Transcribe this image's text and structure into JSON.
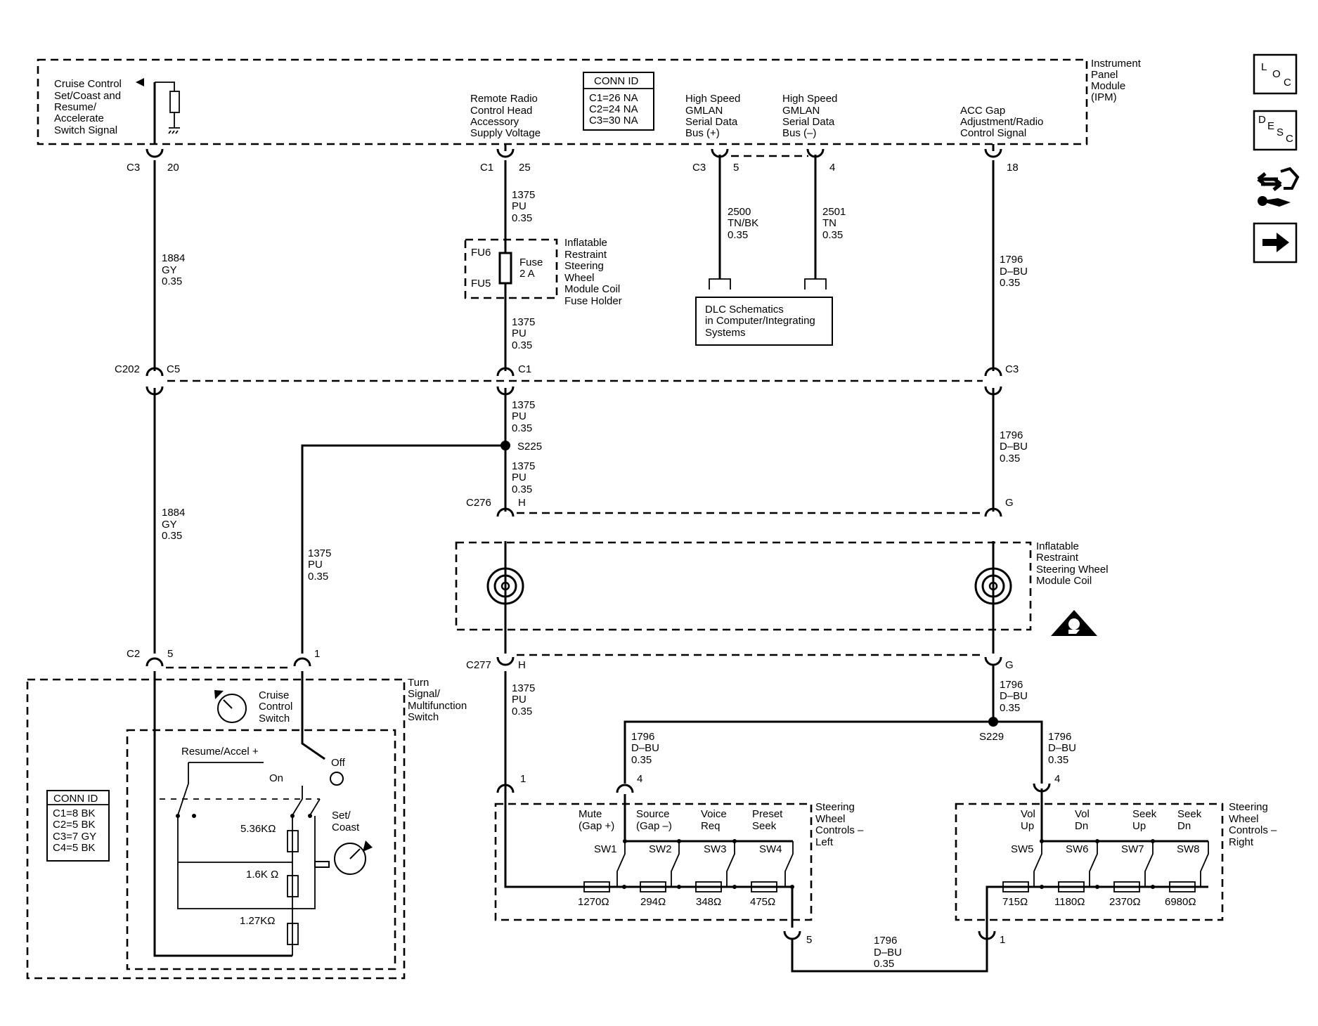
{
  "nav": {
    "loc": [
      "L",
      "O",
      "C"
    ],
    "desc": [
      "D",
      "E",
      "S",
      "C"
    ]
  },
  "ipm": {
    "name": [
      "Instrument",
      "Panel",
      "Module",
      "(IPM)"
    ],
    "conn_id": {
      "title": "CONN ID",
      "rows": [
        "C1=26 NA",
        "C2=24 NA",
        "C3=30 NA"
      ]
    },
    "signals": {
      "cruise": [
        "Cruise Control",
        "Set/Coast and",
        "Resume/",
        "Accelerate",
        "Switch Signal"
      ],
      "remote": [
        "Remote Radio",
        "Control Head",
        "Accessory",
        "Supply Voltage"
      ],
      "gmlan_pos": [
        "High Speed",
        "GMLAN",
        "Serial Data",
        "Bus (+)"
      ],
      "gmlan_neg": [
        "High Speed",
        "GMLAN",
        "Serial Data",
        "Bus (–)"
      ],
      "acc": [
        "ACC Gap",
        "Adjustment/Radio",
        "Control Signal"
      ]
    }
  },
  "pins": {
    "c3": "C3",
    "p20": "20",
    "c1": "C1",
    "p25": "25",
    "c3b": "C3",
    "p5": "5",
    "p4": "4",
    "p18": "18",
    "c202": "C202",
    "c5": "C5",
    "c1b": "C1",
    "c3c": "C3",
    "s225": "S225",
    "c276": "C276",
    "h1": "H",
    "g1": "G",
    "c277": "C277",
    "h2": "H",
    "g2": "G",
    "s229": "S229",
    "c2": "C2",
    "p5b": "5",
    "p1": "1",
    "l1": "1",
    "l4": "4",
    "r4": "4",
    "l5": "5",
    "r1": "1"
  },
  "wires": {
    "w1884a": [
      "1884",
      "GY",
      "0.35"
    ],
    "w1884b": [
      "1884",
      "GY",
      "0.35"
    ],
    "w1375a": [
      "1375",
      "PU",
      "0.35"
    ],
    "w1375b": [
      "1375",
      "PU",
      "0.35"
    ],
    "w1375c": [
      "1375",
      "PU",
      "0.35"
    ],
    "w1375d": [
      "1375",
      "PU",
      "0.35"
    ],
    "w1375e": [
      "1375",
      "PU",
      "0.35"
    ],
    "w1375f": [
      "1375",
      "PU",
      "0.35"
    ],
    "w2500": [
      "2500",
      "TN/BK",
      "0.35"
    ],
    "w2501": [
      "2501",
      "TN",
      "0.35"
    ],
    "w1796a": [
      "1796",
      "D–BU",
      "0.35"
    ],
    "w1796b": [
      "1796",
      "D–BU",
      "0.35"
    ],
    "w1796c": [
      "1796",
      "D–BU",
      "0.35"
    ],
    "w1796d": [
      "1796",
      "D–BU",
      "0.35"
    ],
    "w1796e": [
      "1796",
      "D–BU",
      "0.35"
    ],
    "w1796f": [
      "1796",
      "D–BU",
      "0.35"
    ]
  },
  "fuse": {
    "fu6": "FU6",
    "fu5": "FU5",
    "label": [
      "Fuse",
      "2 A"
    ],
    "holder": [
      "Inflatable",
      "Restraint",
      "Steering",
      "Wheel",
      "Module Coil",
      "Fuse Holder"
    ]
  },
  "dlc": [
    "DLC Schematics",
    "in Computer/Integrating",
    "Systems"
  ],
  "coil": [
    "Inflatable",
    "Restraint",
    "Steering Wheel",
    "Module Coil"
  ],
  "turn_switch": {
    "name": [
      "Turn",
      "Signal/",
      "Multifunction",
      "Switch"
    ],
    "cruise": [
      "Cruise",
      "Control",
      "Switch"
    ],
    "resume": "Resume/Accel +",
    "off": "Off",
    "on": "On",
    "set": [
      "Set/",
      "Coast"
    ],
    "resistors": [
      "5.36KΩ",
      "1.6K Ω",
      "1.27KΩ"
    ],
    "conn_id": {
      "title": "CONN ID",
      "rows": [
        "C1=8 BK",
        "C2=5 BK",
        "C3=7 GY",
        "C4=5 BK"
      ]
    }
  },
  "swc_left": {
    "name": [
      "Steering",
      "Wheel",
      "Controls –",
      "Left"
    ],
    "buttons": [
      [
        "Mute",
        "(Gap +)"
      ],
      [
        "Source",
        "(Gap –)"
      ],
      [
        "Voice",
        "Req"
      ],
      [
        "Preset",
        "Seek"
      ]
    ],
    "switches": [
      "SW1",
      "SW2",
      "SW3",
      "SW4"
    ],
    "resistors": [
      "1270Ω",
      "294Ω",
      "348Ω",
      "475Ω"
    ]
  },
  "swc_right": {
    "name": [
      "Steering",
      "Wheel",
      "Controls –",
      "Right"
    ],
    "buttons": [
      [
        "Vol",
        "Up"
      ],
      [
        "Vol",
        "Dn"
      ],
      [
        "Seek",
        "Up"
      ],
      [
        "Seek",
        "Dn"
      ]
    ],
    "switches": [
      "SW5",
      "SW6",
      "SW7",
      "SW8"
    ],
    "resistors": [
      "715Ω",
      "1180Ω",
      "2370Ω",
      "6980Ω"
    ]
  }
}
